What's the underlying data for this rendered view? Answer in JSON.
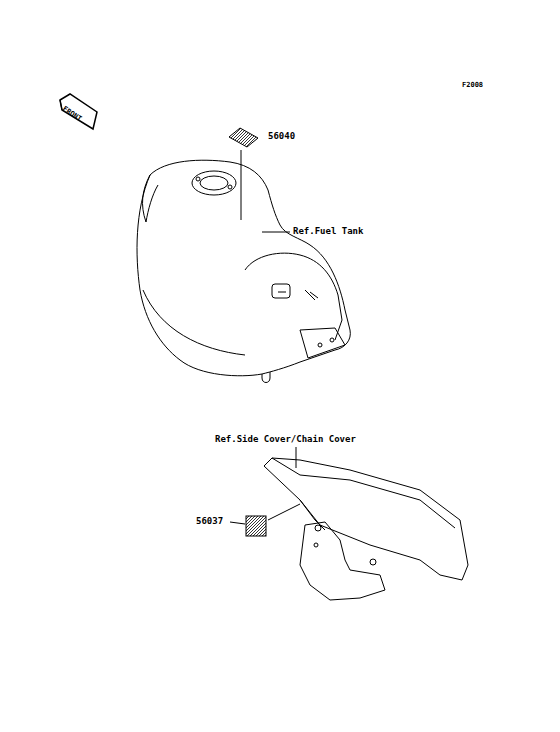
{
  "diagram": {
    "labels": [
      "FRONT",
      "F2008",
      "56040",
      "Ref.Fuel Tank",
      "Ref.Side Cover/Chain Cover",
      "56037"
    ]
  }
}
